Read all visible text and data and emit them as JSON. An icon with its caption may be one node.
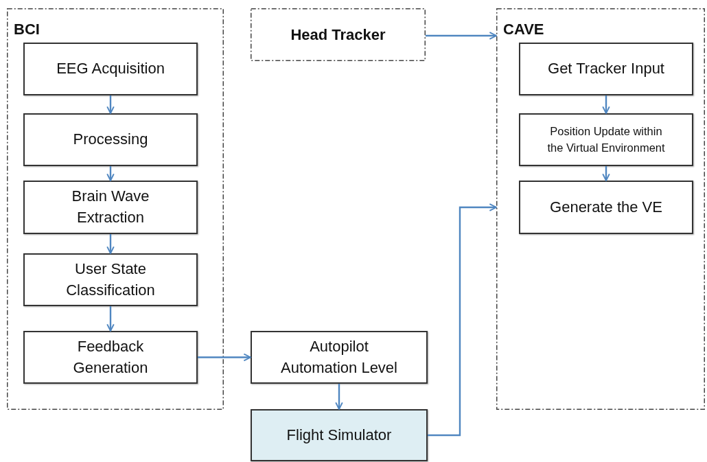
{
  "diagram": {
    "nodes": [
      {
        "text": [
          "BCI"
        ]
      },
      {
        "text": [
          "EEG Acquisition"
        ],
        "in": 0
      },
      {
        "text": [
          "Processing"
        ],
        "in": 0
      },
      {
        "text": [
          "Brain Wave Extraction"
        ],
        "in": 0
      },
      {
        "text": [
          "User State Classification"
        ],
        "in": 0
      },
      {
        "text": [
          "Feedback Generation"
        ],
        "in": 0
      },
      {
        "text": [
          "Head Tracker"
        ]
      },
      {
        "text": [
          "CAVE"
        ]
      },
      {
        "text": [
          "Get Tracker Input"
        ],
        "in": 7
      },
      {
        "text": [
          "Position Update within the Virtual Environment"
        ],
        "in": 7
      },
      {
        "text": [
          "Generate the VE"
        ],
        "in": 7
      },
      {
        "text": [
          "Autopilot Automation Level"
        ]
      },
      {
        "text": [
          "Flight Simulator"
        ]
      }
    ],
    "edges": [
      {
        "from": 1,
        "to": 2,
        "arrow": "to"
      },
      {
        "from": 2,
        "to": 3,
        "arrow": "to"
      },
      {
        "from": 3,
        "to": 4,
        "arrow": "to"
      },
      {
        "from": 4,
        "to": 5,
        "arrow": "to"
      },
      {
        "from": 5,
        "to": 11,
        "arrow": "to"
      },
      {
        "from": 11,
        "to": 12,
        "arrow": "to"
      },
      {
        "from": 6,
        "to": 7,
        "arrow": "to"
      },
      {
        "from": 12,
        "to": 7,
        "arrow": "to"
      },
      {
        "from": 8,
        "to": 9,
        "arrow": "to"
      },
      {
        "from": 9,
        "to": 10,
        "arrow": "to"
      }
    ]
  }
}
